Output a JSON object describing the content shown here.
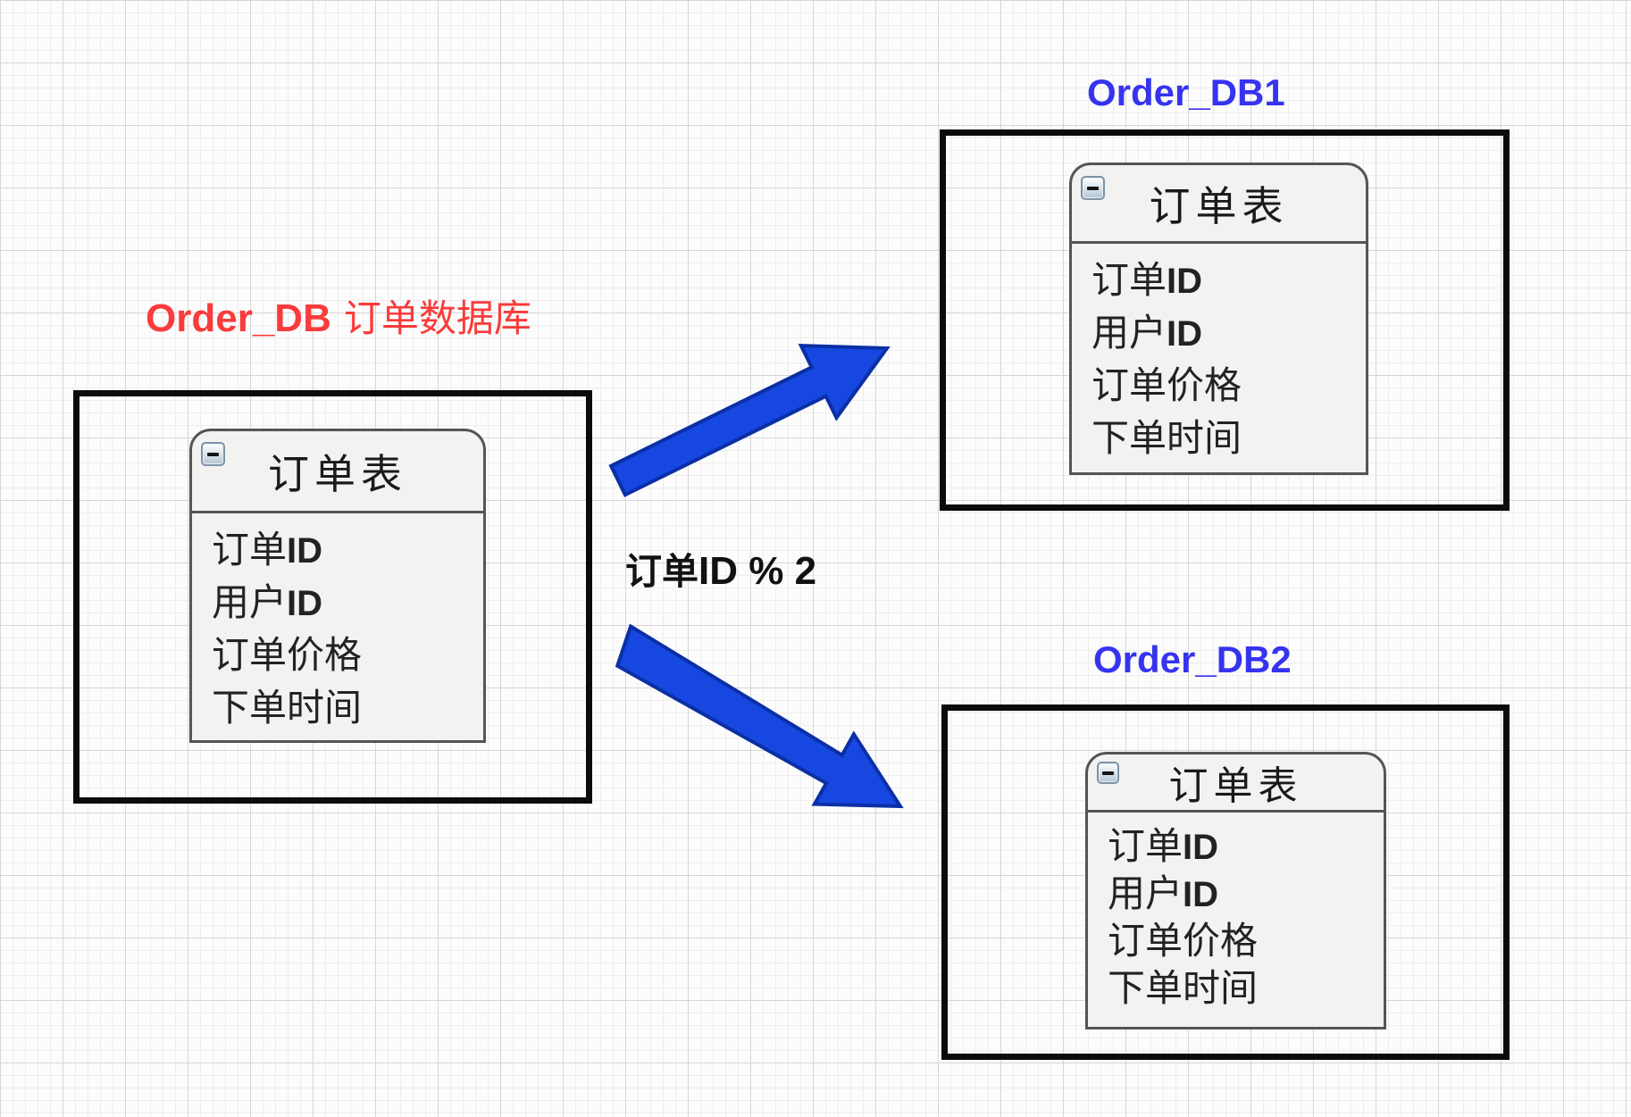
{
  "diagram_type": "database-sharding-diagram",
  "labels": {
    "source_db_en": "Order_DB",
    "source_db_zh": "订单数据库",
    "shard_rule_zh": "订单",
    "shard_rule_en": "ID % 2",
    "shard1": "Order_DB1",
    "shard2": "Order_DB2"
  },
  "entity": {
    "title": "订单表",
    "collapse_icon": "minus-collapse-icon",
    "fields": [
      {
        "zh": "订单",
        "en": "ID"
      },
      {
        "zh": "用户",
        "en": "ID"
      },
      {
        "zh": "订单价格",
        "en": ""
      },
      {
        "zh": "下单时间",
        "en": ""
      }
    ]
  },
  "colors": {
    "source_label_red": "#fa3b3b",
    "shard_label_blue": "#3633f0",
    "arrow_fill": "#1647e0",
    "arrow_stroke": "#0b2fa5",
    "db_box_border": "#0b0b0b",
    "entity_border": "#555555",
    "entity_fill": "#f2f2f1",
    "grid_major": "#d6d6d6",
    "grid_minor": "#ededed"
  }
}
